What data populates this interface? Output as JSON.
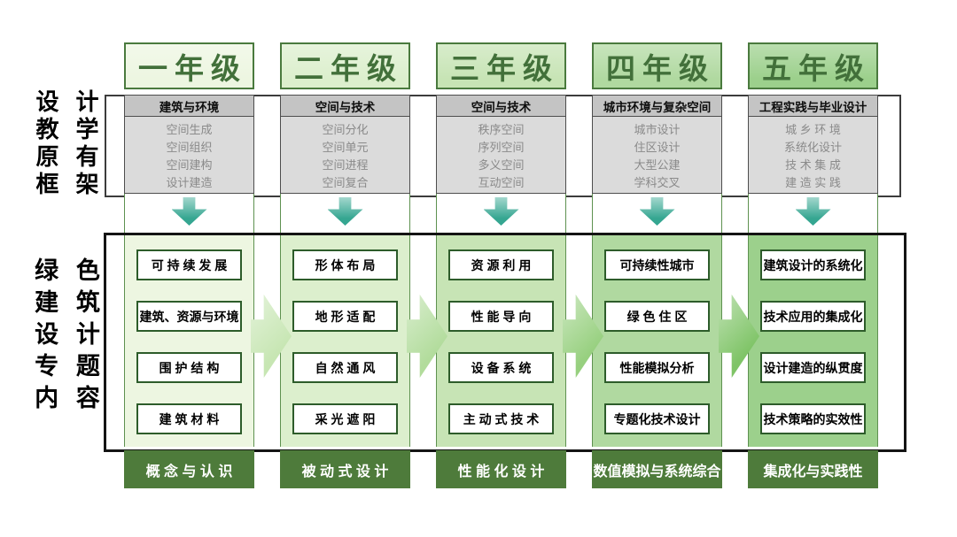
{
  "diagram": {
    "left_labels": {
      "framework_title_lines": [
        "设 计",
        "教 学",
        "原 有",
        "框 架"
      ],
      "topics_title_lines": [
        "绿 色",
        "建 筑",
        "设 计",
        "专 题",
        "内 容"
      ]
    },
    "columns": [
      {
        "grade": "一年级",
        "framework_header": "建筑与环境",
        "framework_items": [
          "空间生成",
          "空间组织",
          "空间建构",
          "设计建造"
        ],
        "topic_items": [
          "可 持 续 发 展",
          "建筑、资源与环境",
          "围 护 结 构",
          "建 筑 材 料"
        ],
        "summary": "概 念 与 认 识",
        "fill": "#edf6e1"
      },
      {
        "grade": "二年级",
        "framework_header": "空间与技术",
        "framework_items": [
          "空间分化",
          "空间单元",
          "空间进程",
          "空间复合"
        ],
        "topic_items": [
          "形 体 布 局",
          "地 形 适 配",
          "自 然 通 风",
          "采 光 遮 阳"
        ],
        "summary": "被 动 式 设 计",
        "fill": "#dcefcd"
      },
      {
        "grade": "三年级",
        "framework_header": "空间与技术",
        "framework_items": [
          "秩序空间",
          "序列空间",
          "多义空间",
          "互动空间"
        ],
        "topic_items": [
          "资 源 利 用",
          "性 能 导 向",
          "设 备 系 统",
          "主 动 式 技 术"
        ],
        "summary": "性 能 化 设 计",
        "fill": "#c7e4b5"
      },
      {
        "grade": "四年级",
        "framework_header": "城市环境与复杂空间",
        "framework_items": [
          "城市设计",
          "住区设计",
          "大型公建",
          "学科交叉"
        ],
        "topic_items": [
          "可持续性城市",
          "绿 色 住 区",
          "性能模拟分析",
          "专题化技术设计"
        ],
        "summary": "数值模拟与系统综合",
        "fill": "#b0d9a0"
      },
      {
        "grade": "五年级",
        "framework_header": "工程实践与毕业设计",
        "framework_items": [
          "城 乡 环 境",
          "系统化设计",
          "技 术 集 成",
          "建 造 实 践"
        ],
        "topic_items": [
          "建筑设计的系统化",
          "技术应用的集成化",
          "设计建造的纵贯度",
          "技术策略的实效性"
        ],
        "summary": "集成化与实践性",
        "fill": "#9cd08c"
      }
    ],
    "flow_arrows": [
      {
        "fill": "#c7e6b3"
      },
      {
        "fill": "#b2dc9c"
      },
      {
        "fill": "#97d07f"
      },
      {
        "fill": "#7fc467"
      }
    ],
    "colors": {
      "grade_text": "#42703a",
      "box_border": "#4a7a3e",
      "topic_border": "#2d5c2a",
      "summary_bg": "#4e7b3b",
      "summary_text": "#ffffff",
      "gray_header_bg": "#c4c4c4",
      "gray_body_bg": "#dbdbdb",
      "gray_item_text": "#8a8a8a",
      "down_arrow": "#35a691"
    }
  }
}
